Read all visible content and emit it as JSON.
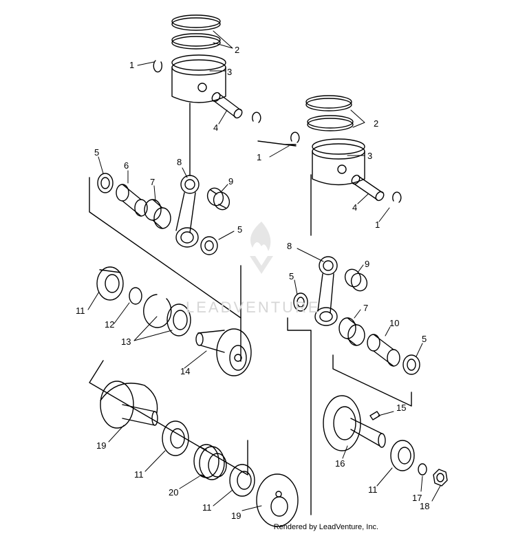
{
  "labels": {
    "l1a": "1",
    "l1b": "1",
    "l1c": "1",
    "l2a": "2",
    "l2b": "2",
    "l3a": "3",
    "l3b": "3",
    "l4a": "4",
    "l4b": "4",
    "l5a": "5",
    "l5b": "5",
    "l5c": "5",
    "l5d": "5",
    "l6": "6",
    "l7a": "7",
    "l7b": "7",
    "l8a": "8",
    "l8b": "8",
    "l9a": "9",
    "l9b": "9",
    "l10": "10",
    "l11a": "11",
    "l11b": "11",
    "l11c": "11",
    "l11d": "11",
    "l12": "12",
    "l13": "13",
    "l14": "14",
    "l15": "15",
    "l16": "16",
    "l17": "17",
    "l18": "18",
    "l19a": "19",
    "l19b": "19",
    "l20": "20"
  },
  "watermark": "LEADVENTURE",
  "credit": "Rendered by LeadVenture, Inc."
}
